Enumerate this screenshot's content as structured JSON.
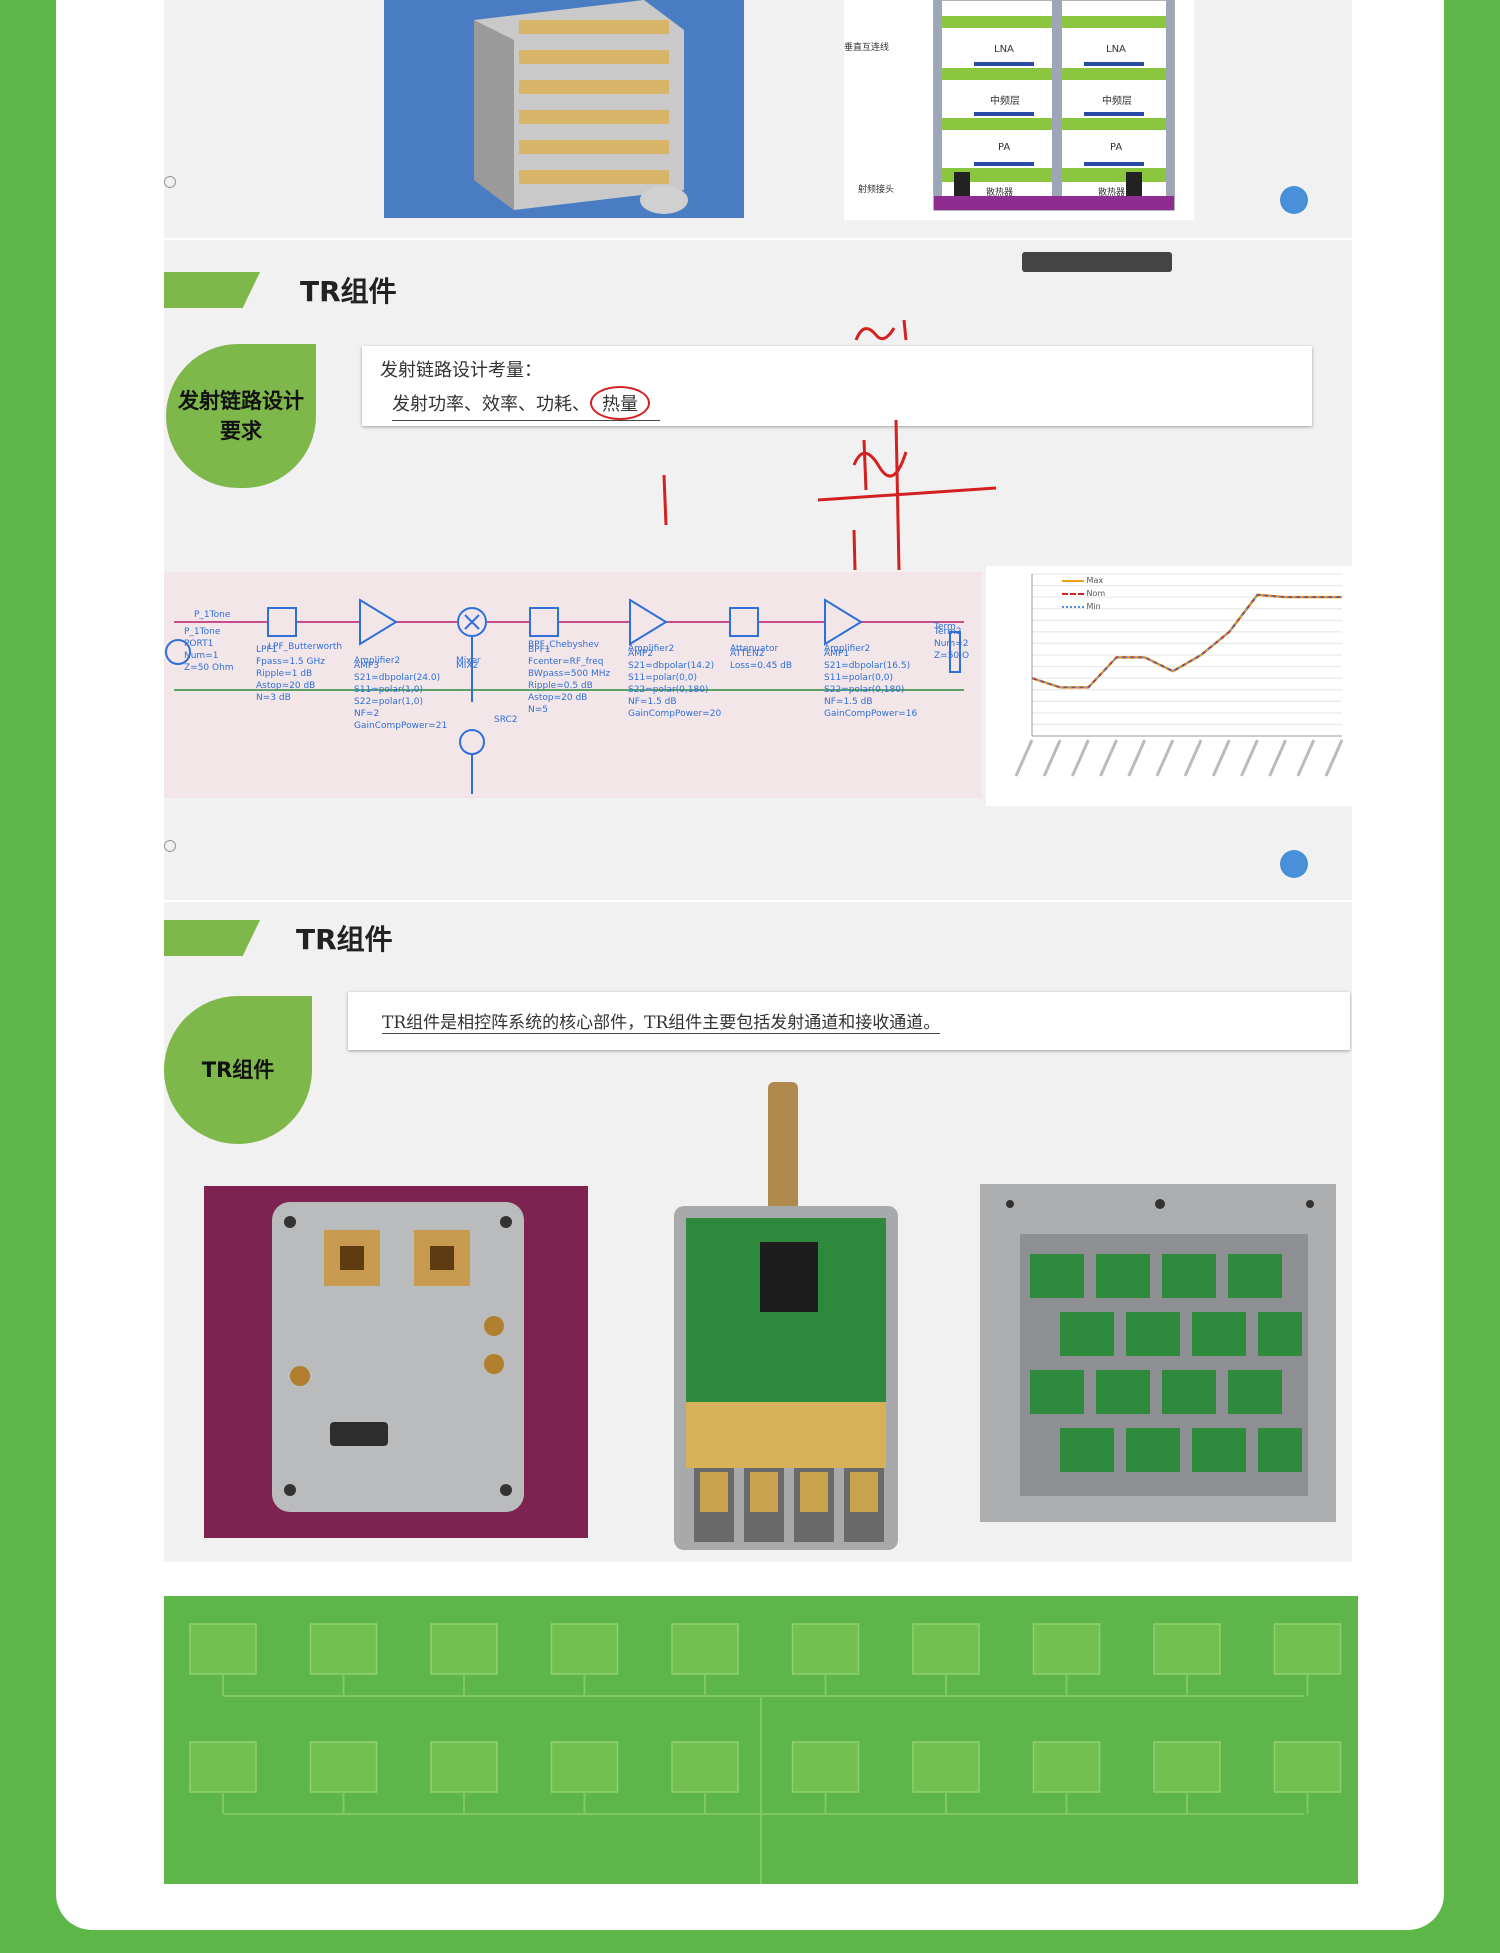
{
  "slide1": {
    "diagram_labels": [
      "LNA",
      "LNA",
      "中频层",
      "中频层",
      "PA",
      "PA"
    ],
    "side_labels": [
      "垂直互连线",
      "射频接头"
    ],
    "base_labels": [
      "散热器",
      "散热器"
    ]
  },
  "slide2": {
    "title": "TR组件",
    "section_label_line1": "发射链路设计",
    "section_label_line2": "要求",
    "note_line1": "发射链路设计考量：",
    "note_line2": "发射功率、效率、功耗、",
    "note_circled": "热量",
    "circuit_labels": [
      "P_1Tone",
      "LPF_Butterworth",
      "Amplifier2",
      "Mixer",
      "BPF_Chebyshev",
      "Amplifier2",
      "Attenuator",
      "Amplifier2",
      "Term"
    ],
    "chart_legend": [
      "Max",
      "Nom",
      "Min"
    ]
  },
  "slide3": {
    "title": "TR组件",
    "section_label": "TR组件",
    "note_text": "TR组件是相控阵系统的核心部件，TR组件主要包括发射通道和接收通道。"
  },
  "chart_data": {
    "type": "line",
    "series": [
      {
        "name": "Max",
        "values": [
          -5,
          -9,
          -9,
          4,
          4,
          -2,
          5,
          15,
          31,
          30,
          30,
          30
        ]
      },
      {
        "name": "Nom",
        "values": [
          -5,
          -9,
          -9,
          4,
          4,
          -2,
          5,
          15,
          31,
          30,
          30,
          30
        ]
      },
      {
        "name": "Min",
        "values": [
          -5,
          -9,
          -9,
          4,
          4,
          -2,
          5,
          15,
          31,
          30,
          30,
          30
        ]
      }
    ],
    "ylim": [
      -30,
      40
    ]
  },
  "colors": {
    "page_green": "#5cb648",
    "accent_green": "#7fb84a",
    "ink_red": "#d42020",
    "circuit_blue": "#2f6fd8"
  }
}
